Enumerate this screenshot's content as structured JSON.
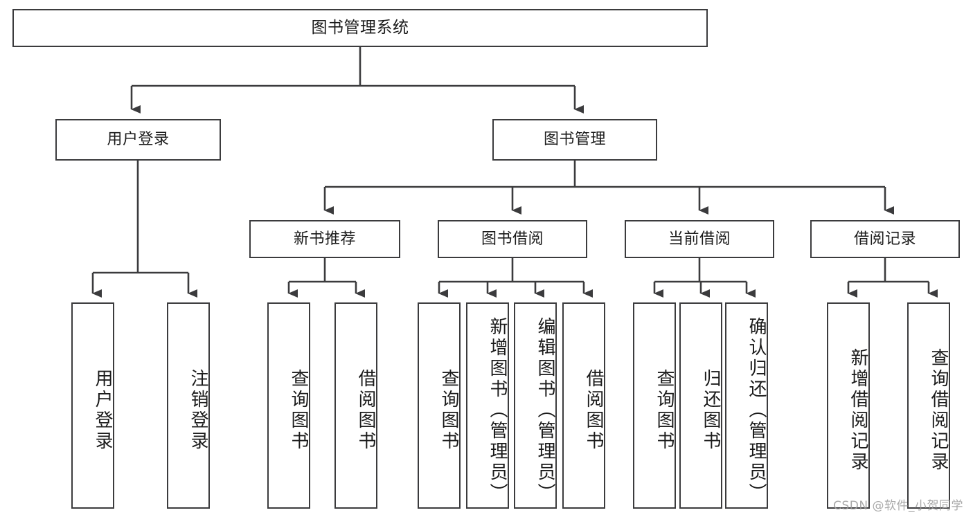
{
  "diagram": {
    "title": "图书管理系统",
    "watermark": "CSDN @软件_小贺同学",
    "colors": {
      "line": "#3b3b3d",
      "box_fill": "#ffffff",
      "text": "#1b1b1b",
      "background": "#ffffff",
      "watermark": "#9a9a9a"
    },
    "root": {
      "label": "图书管理系统"
    },
    "level2": [
      {
        "label": "用户登录"
      },
      {
        "label": "图书管理"
      }
    ],
    "level3": [
      {
        "label": "新书推荐"
      },
      {
        "label": "图书借阅"
      },
      {
        "label": "当前借阅"
      },
      {
        "label": "借阅记录"
      }
    ],
    "leaves": {
      "user_login": [
        {
          "label": "用户登录"
        },
        {
          "label": "注销登录"
        }
      ],
      "new_book_recommend": [
        {
          "label": "查询图书"
        },
        {
          "label": "借阅图书"
        }
      ],
      "book_borrow": [
        {
          "label": "查询图书"
        },
        {
          "label": "新增图书（管理员）"
        },
        {
          "label": "编辑图书（管理员）"
        },
        {
          "label": "借阅图书"
        }
      ],
      "current_borrow": [
        {
          "label": "查询图书"
        },
        {
          "label": "归还图书"
        },
        {
          "label": "确认归还（管理员）"
        }
      ],
      "borrow_record": [
        {
          "label": "新增借阅记录"
        },
        {
          "label": "查询借阅记录"
        }
      ]
    }
  }
}
